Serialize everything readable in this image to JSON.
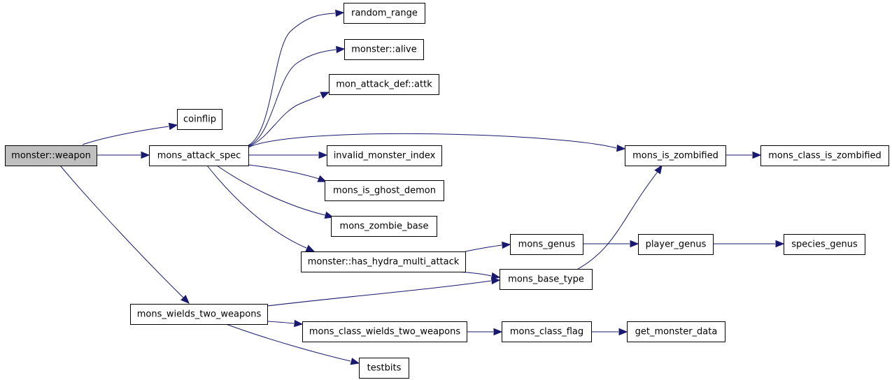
{
  "diagram": {
    "type": "call-graph",
    "colors": {
      "edge": "#191970",
      "node_fill": "#ffffff",
      "root_fill": "#bfbfbf",
      "border": "#000000"
    },
    "nodes": [
      {
        "id": "weapon",
        "label": "monster::weapon",
        "root": true
      },
      {
        "id": "coinflip",
        "label": "coinflip"
      },
      {
        "id": "attack_spec",
        "label": "mons_attack_spec"
      },
      {
        "id": "wields_two",
        "label": "mons_wields_two_weapons"
      },
      {
        "id": "random_range",
        "label": "random_range"
      },
      {
        "id": "alive",
        "label": "monster::alive"
      },
      {
        "id": "attk",
        "label": "mon_attack_def::attk"
      },
      {
        "id": "invalid_index",
        "label": "invalid_monster_index"
      },
      {
        "id": "ghost_demon",
        "label": "mons_is_ghost_demon"
      },
      {
        "id": "zombie_base",
        "label": "mons_zombie_base"
      },
      {
        "id": "hydra",
        "label": "monster::has_hydra_multi_attack"
      },
      {
        "id": "is_zombified",
        "label": "mons_is_zombified"
      },
      {
        "id": "class_zombified",
        "label": "mons_class_is_zombified"
      },
      {
        "id": "genus",
        "label": "mons_genus"
      },
      {
        "id": "base_type",
        "label": "mons_base_type"
      },
      {
        "id": "player_genus",
        "label": "player_genus"
      },
      {
        "id": "species_genus",
        "label": "species_genus"
      },
      {
        "id": "class_wields_two",
        "label": "mons_class_wields_two_weapons"
      },
      {
        "id": "class_flag",
        "label": "mons_class_flag"
      },
      {
        "id": "get_data",
        "label": "get_monster_data"
      },
      {
        "id": "testbits",
        "label": "testbits"
      }
    ],
    "edges": [
      {
        "from": "weapon",
        "to": "coinflip"
      },
      {
        "from": "weapon",
        "to": "attack_spec"
      },
      {
        "from": "weapon",
        "to": "wields_two"
      },
      {
        "from": "attack_spec",
        "to": "random_range"
      },
      {
        "from": "attack_spec",
        "to": "alive"
      },
      {
        "from": "attack_spec",
        "to": "attk"
      },
      {
        "from": "attack_spec",
        "to": "is_zombified"
      },
      {
        "from": "attack_spec",
        "to": "invalid_index"
      },
      {
        "from": "attack_spec",
        "to": "ghost_demon"
      },
      {
        "from": "attack_spec",
        "to": "zombie_base"
      },
      {
        "from": "attack_spec",
        "to": "hydra"
      },
      {
        "from": "is_zombified",
        "to": "class_zombified"
      },
      {
        "from": "hydra",
        "to": "genus"
      },
      {
        "from": "hydra",
        "to": "base_type"
      },
      {
        "from": "genus",
        "to": "player_genus"
      },
      {
        "from": "player_genus",
        "to": "species_genus"
      },
      {
        "from": "base_type",
        "to": "is_zombified"
      },
      {
        "from": "wields_two",
        "to": "base_type"
      },
      {
        "from": "wields_two",
        "to": "class_wields_two"
      },
      {
        "from": "wields_two",
        "to": "testbits"
      },
      {
        "from": "class_wields_two",
        "to": "class_flag"
      },
      {
        "from": "class_flag",
        "to": "get_data"
      }
    ]
  }
}
